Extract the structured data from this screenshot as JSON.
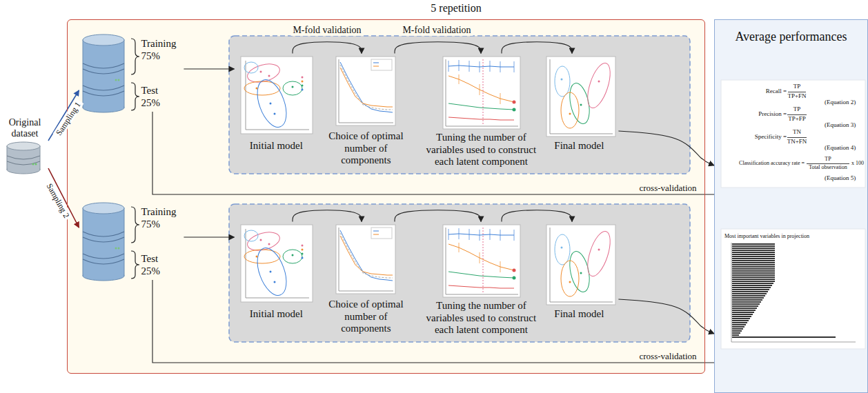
{
  "diagram": {
    "nodes": [
      {
        "text": [
          "5 repetition"
        ]
      },
      {
        "text": [
          "Original dataset"
        ]
      },
      {
        "text": [
          "Training 75%",
          "Test 25%"
        ],
        "in": 0
      },
      {
        "text": [
          "Initial model"
        ],
        "in": 0
      },
      {
        "text": [
          "Choice of optimal number of components"
        ],
        "in": 0
      },
      {
        "text": [
          "Tuning the number of variables used to construct each latent component"
        ],
        "in": 0
      },
      {
        "text": [
          "Final model"
        ],
        "in": 0
      },
      {
        "text": [
          "Training 75%",
          "Test 25%"
        ],
        "in": 0
      },
      {
        "text": [
          "Initial model"
        ],
        "in": 0
      },
      {
        "text": [
          "Choice of optimal number of components"
        ],
        "in": 0
      },
      {
        "text": [
          "Tuning the number of variables used to construct each latent component"
        ],
        "in": 0
      },
      {
        "text": [
          "Final model"
        ],
        "in": 0
      },
      {
        "text": [
          "Average performances"
        ]
      }
    ],
    "edges": [
      {
        "from": 1,
        "to": 2,
        "label": "Sampling 1",
        "arrow": "to"
      },
      {
        "from": 1,
        "to": 7,
        "label": "Sampling 2",
        "arrow": "to"
      },
      {
        "from": 2,
        "to": 3,
        "arrow": "to"
      },
      {
        "from": 3,
        "to": 4,
        "label": "M-fold validation",
        "arrow": "to"
      },
      {
        "from": 4,
        "to": 5,
        "label": "M-fold validation",
        "arrow": "to"
      },
      {
        "from": 5,
        "to": 6,
        "arrow": "to"
      },
      {
        "from": 6,
        "to": 12,
        "arrow": "to"
      },
      {
        "from": 2,
        "to": 12,
        "label": "cross-validation",
        "arrow": "none"
      },
      {
        "from": 7,
        "to": 8,
        "arrow": "to"
      },
      {
        "from": 8,
        "to": 9,
        "arrow": "to"
      },
      {
        "from": 9,
        "to": 10,
        "arrow": "to"
      },
      {
        "from": 10,
        "to": 11,
        "arrow": "to"
      },
      {
        "from": 11,
        "to": 12,
        "arrow": "to"
      },
      {
        "from": 7,
        "to": 12,
        "label": "cross-validation",
        "arrow": "none"
      }
    ],
    "labels": [
      "Recall =",
      "TP",
      "TP+FN",
      "(Equation 2)",
      "Precision =",
      "TP",
      "TP+FP",
      "(Equation 3)",
      "Specificity =",
      "TN",
      "TN+FN",
      "(Equation 4)",
      "Classification accuracy rate =",
      "TP",
      "Total observation",
      "x 100",
      "(Equation 5)",
      "Most important variables in projection"
    ]
  }
}
